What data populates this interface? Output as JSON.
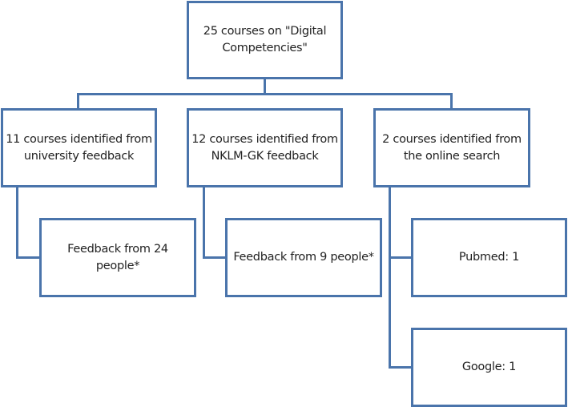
{
  "diagram": {
    "type": "hierarchy",
    "root": {
      "label": "25 courses on \"Digital Competencies\""
    },
    "branches": [
      {
        "label": "11 courses identified from university feedback",
        "children": [
          {
            "label": "Feedback from 24 people*"
          }
        ]
      },
      {
        "label": "12 courses identified from NKLM-GK feedback",
        "children": [
          {
            "label": "Feedback from 9 people*"
          }
        ]
      },
      {
        "label": "2 courses identified from the online search",
        "children": [
          {
            "label": "Pubmed: 1"
          },
          {
            "label": "Google: 1"
          }
        ]
      }
    ],
    "colors": {
      "border": "#4a74ab",
      "text": "#222222",
      "background": "#ffffff"
    }
  }
}
